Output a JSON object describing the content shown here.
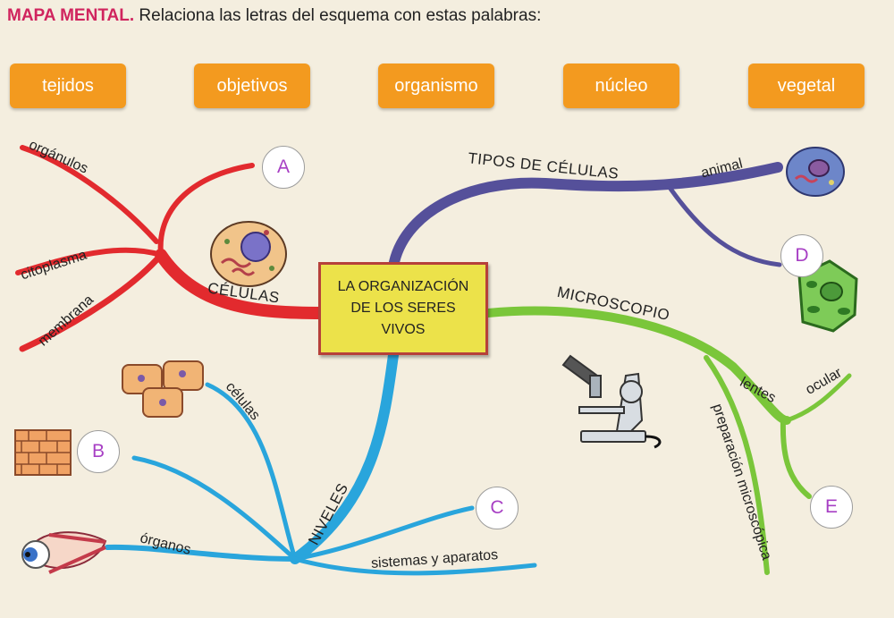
{
  "header": {
    "tag": "MAPA MENTAL.",
    "instruction": "Relaciona las letras del esquema con estas palabras:"
  },
  "words": [
    "tejidos",
    "objetivos",
    "organismo",
    "núcleo",
    "vegetal"
  ],
  "center": {
    "lines": [
      "LA ORGANIZACIÓN",
      "DE LOS SERES",
      "VIVOS"
    ]
  },
  "branches": {
    "celulas": "CÉLULAS",
    "tipos": "TIPOS DE CÉLULAS",
    "microscopio": "MICROSCOPIO",
    "niveles": "NIVELES"
  },
  "labels": {
    "organulos": "orgánulos",
    "citoplasma": "citoplasma",
    "membrana": "membrana",
    "animal": "animal",
    "lentes": "lentes",
    "ocular": "ocular",
    "preparacion": "preparación microscópica",
    "celulas_small": "células",
    "organos": "órganos",
    "sistemas": "sistemas y aparatos"
  },
  "slots": [
    "A",
    "B",
    "C",
    "D",
    "E"
  ],
  "colors": {
    "red": "#e22a2e",
    "purple": "#55509a",
    "green": "#7ac63a",
    "blue": "#29a5dc",
    "orange": "#f39a1f"
  },
  "icons": [
    "animal-cell-icon",
    "plant-cell-icon",
    "cells-icon",
    "tissue-icon",
    "eye-organ-icon",
    "microscope-icon"
  ]
}
